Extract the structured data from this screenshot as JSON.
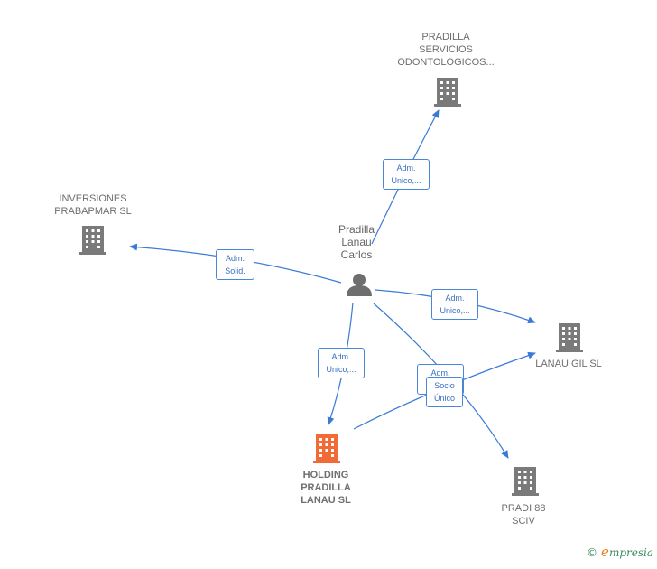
{
  "nodes": {
    "person": {
      "label": "Pradilla\nLanau\nCarlos"
    },
    "servicios": {
      "label": "PRADILLA\nSERVICIOS\nODONTOLOGICOS..."
    },
    "inversiones": {
      "label": "INVERSIONES\nPRABAPMAR  SL"
    },
    "lanau_gil": {
      "label": "LANAU GIL  SL"
    },
    "holding": {
      "label": "HOLDING\nPRADILLA\nLANAU  SL"
    },
    "pradi88": {
      "label": "PRADI 88\nSCIV"
    }
  },
  "edges": {
    "to_servicios": "Adm.\nUnico,...",
    "to_inversiones": "Adm.\nSolid.",
    "to_lanau_gil": "Adm.\nUnico,...",
    "to_holding": "Adm.\nUnico,...",
    "to_pradi88": "Adm.\nUnico,...",
    "holding_to_lanau_gil": "Socio\nÚnico"
  },
  "colors": {
    "edge": "#3a7bd5",
    "building": "#7a7a7a",
    "focus_building": "#f26a35",
    "person": "#6e6e6e"
  },
  "brand": {
    "copyright": "©",
    "initial": "e",
    "name": "mpresia"
  }
}
